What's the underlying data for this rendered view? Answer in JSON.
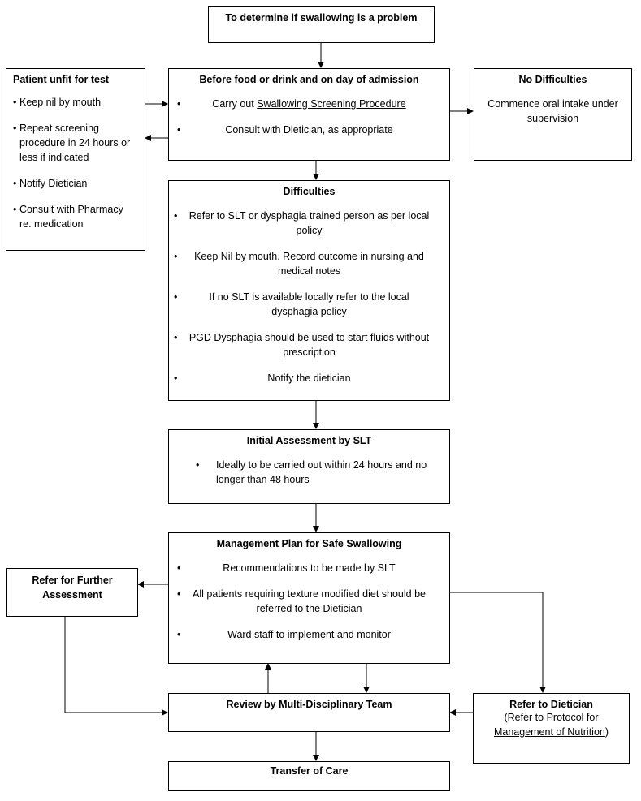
{
  "top": {
    "title": "To determine if swallowing is a problem"
  },
  "admission": {
    "title": "Before food or drink and on day of admission",
    "item1_prefix": "Carry out ",
    "item1_link": "Swallowing Screening Procedure",
    "item2": "Consult with Dietician, as appropriate"
  },
  "unfit": {
    "title": "Patient unfit for test",
    "items": [
      "Keep nil by mouth",
      "Repeat screening procedure in 24 hours or less if indicated",
      "Notify Dietician",
      "Consult with Pharmacy re. medication"
    ]
  },
  "no_diff": {
    "title": "No Difficulties",
    "text": "Commence oral intake under supervision"
  },
  "difficulties": {
    "title": "Difficulties",
    "items": [
      "Refer to SLT or dysphagia trained person as per local policy",
      "Keep Nil by mouth. Record outcome in nursing and medical notes",
      "If no SLT is available locally refer to the local dysphagia policy",
      "PGD Dysphagia should be used to start fluids without prescription",
      "Notify the dietician"
    ]
  },
  "initial": {
    "title": "Initial Assessment  by SLT",
    "text": "Ideally to be carried out within 24 hours and no longer than 48 hours"
  },
  "management": {
    "title": "Management Plan for Safe Swallowing",
    "items": [
      "Recommendations to be made by SLT",
      "All patients requiring texture modified diet should be referred to the Dietician",
      "Ward staff to implement and monitor"
    ]
  },
  "further": {
    "title": "Refer for Further Assessment"
  },
  "review": {
    "title": "Review by Multi-Disciplinary Team"
  },
  "dietician": {
    "title": "Refer to Dietician",
    "line1": "(Refer to Protocol for",
    "link": "Management of Nutrition",
    "close": ")"
  },
  "transfer": {
    "title": "Transfer of Care"
  },
  "bullet": "•"
}
